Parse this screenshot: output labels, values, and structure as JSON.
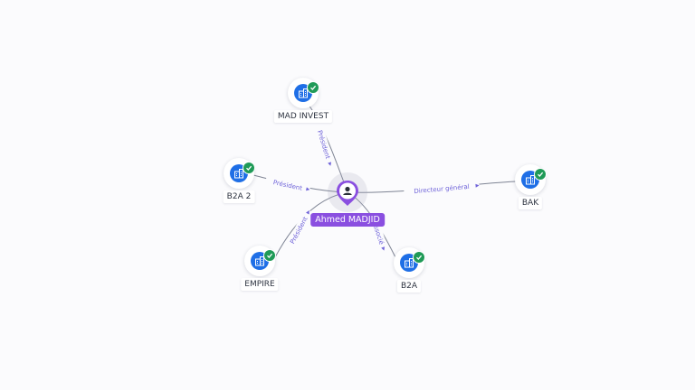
{
  "graph": {
    "center": {
      "name": "Ahmed MADJID",
      "type": "person",
      "icon": "person-icon",
      "accent": "#8a4fe0"
    },
    "companies": [
      {
        "name": "MAD INVEST",
        "icon": "building-icon",
        "verified": true
      },
      {
        "name": "B2A 2",
        "icon": "building-icon",
        "verified": true
      },
      {
        "name": "BAK",
        "icon": "building-icon",
        "verified": true
      },
      {
        "name": "EMPIRE",
        "icon": "building-icon",
        "verified": true
      },
      {
        "name": "B2A",
        "icon": "building-icon",
        "verified": true
      }
    ],
    "relations": [
      {
        "label": "Président"
      },
      {
        "label": "Président"
      },
      {
        "label": "Directeur général"
      },
      {
        "label": "Président"
      },
      {
        "label": "Associé"
      }
    ],
    "colors": {
      "company_node": "#1f6fe6",
      "verified_badge": "#1f9a57",
      "relation_label": "#6f63d9",
      "edge": "#7e8494"
    }
  }
}
